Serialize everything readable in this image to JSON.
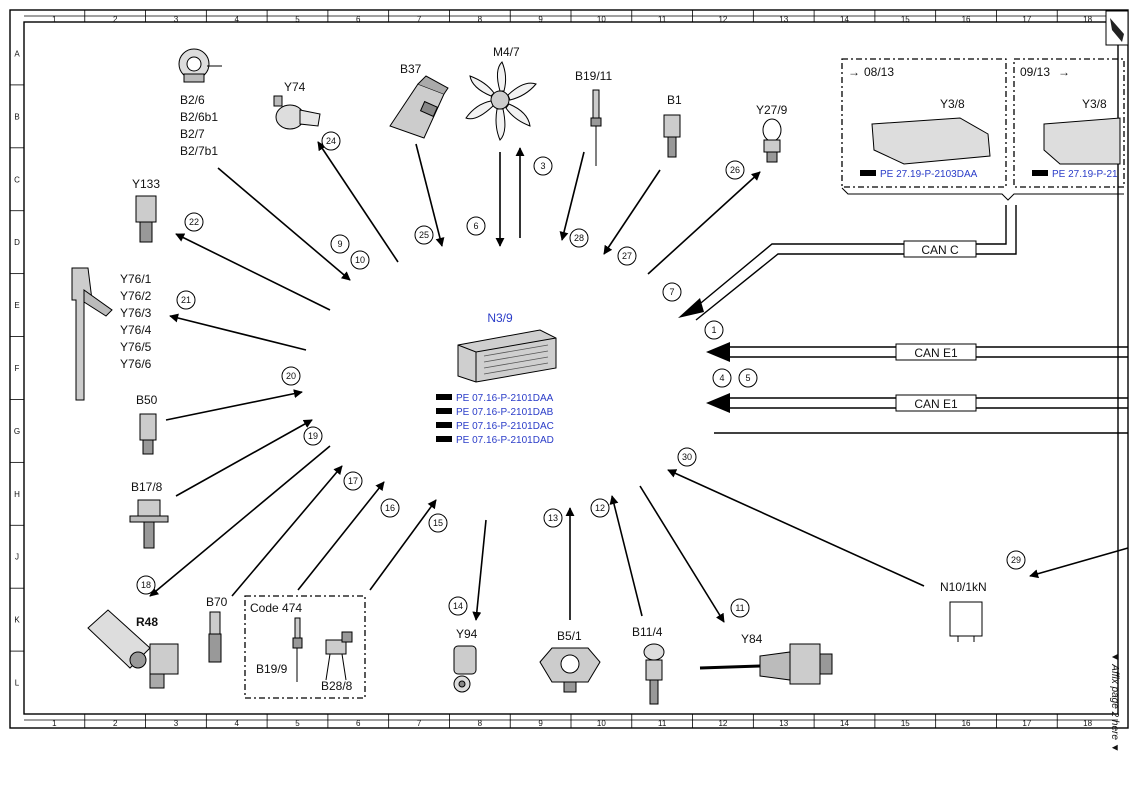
{
  "grid": {
    "columns": [
      "1",
      "2",
      "3",
      "4",
      "5",
      "6",
      "7",
      "8",
      "9",
      "10",
      "11",
      "12",
      "13",
      "14",
      "15",
      "16",
      "17",
      "18"
    ],
    "rows": [
      "A",
      "B",
      "C",
      "D",
      "E",
      "F",
      "G",
      "H",
      "J",
      "K",
      "L"
    ]
  },
  "ecu": {
    "label": "N3/9",
    "refs": [
      "PE 07.16-P-2101DAA",
      "PE 07.16-P-2101DAB",
      "PE 07.16-P-2101DAC",
      "PE 07.16-P-2101DAD"
    ]
  },
  "components": {
    "b2_group": [
      "B2/6",
      "B2/6b1",
      "B2/7",
      "B2/7b1"
    ],
    "y74": "Y74",
    "b37": "B37",
    "m4_7": "M4/7",
    "b19_11": "B19/11",
    "b1": "B1",
    "y27_9": "Y27/9",
    "y133": "Y133",
    "y76_group": [
      "Y76/1",
      "Y76/2",
      "Y76/3",
      "Y76/4",
      "Y76/5",
      "Y76/6"
    ],
    "b50": "B50",
    "b17_8": "B17/8",
    "r48": "R48",
    "b70": "B70",
    "code_box": "Code 474",
    "b19_9": "B19/9",
    "b28_8": "B28/8",
    "y94": "Y94",
    "b5_1": "B5/1",
    "b11_4": "B11/4",
    "y84": "Y84",
    "n10": "N10/1kN"
  },
  "transmission": {
    "left": {
      "date": "08/13",
      "label": "Y3/8",
      "ref": "PE 27.19-P-2103DAA"
    },
    "right": {
      "date": "09/13",
      "label": "Y3/8",
      "ref": "PE 27.19-P-21"
    }
  },
  "buses": {
    "can_c": "CAN C",
    "can_e1_a": "CAN E1",
    "can_e1_b": "CAN E1"
  },
  "side_note": "▼ Affix page 2 here ▼",
  "arrows": {
    "a1": "1",
    "a3": "3",
    "a4": "4",
    "a5": "5",
    "a6": "6",
    "a7": "7",
    "a9": "9",
    "a10": "10",
    "a11": "11",
    "a12": "12",
    "a13": "13",
    "a14": "14",
    "a15": "15",
    "a16": "16",
    "a17": "17",
    "a18": "18",
    "a19": "19",
    "a20": "20",
    "a21": "21",
    "a22": "22",
    "a24": "24",
    "a25": "25",
    "a26": "26",
    "a27": "27",
    "a28": "28",
    "a29": "29",
    "a30": "30"
  }
}
